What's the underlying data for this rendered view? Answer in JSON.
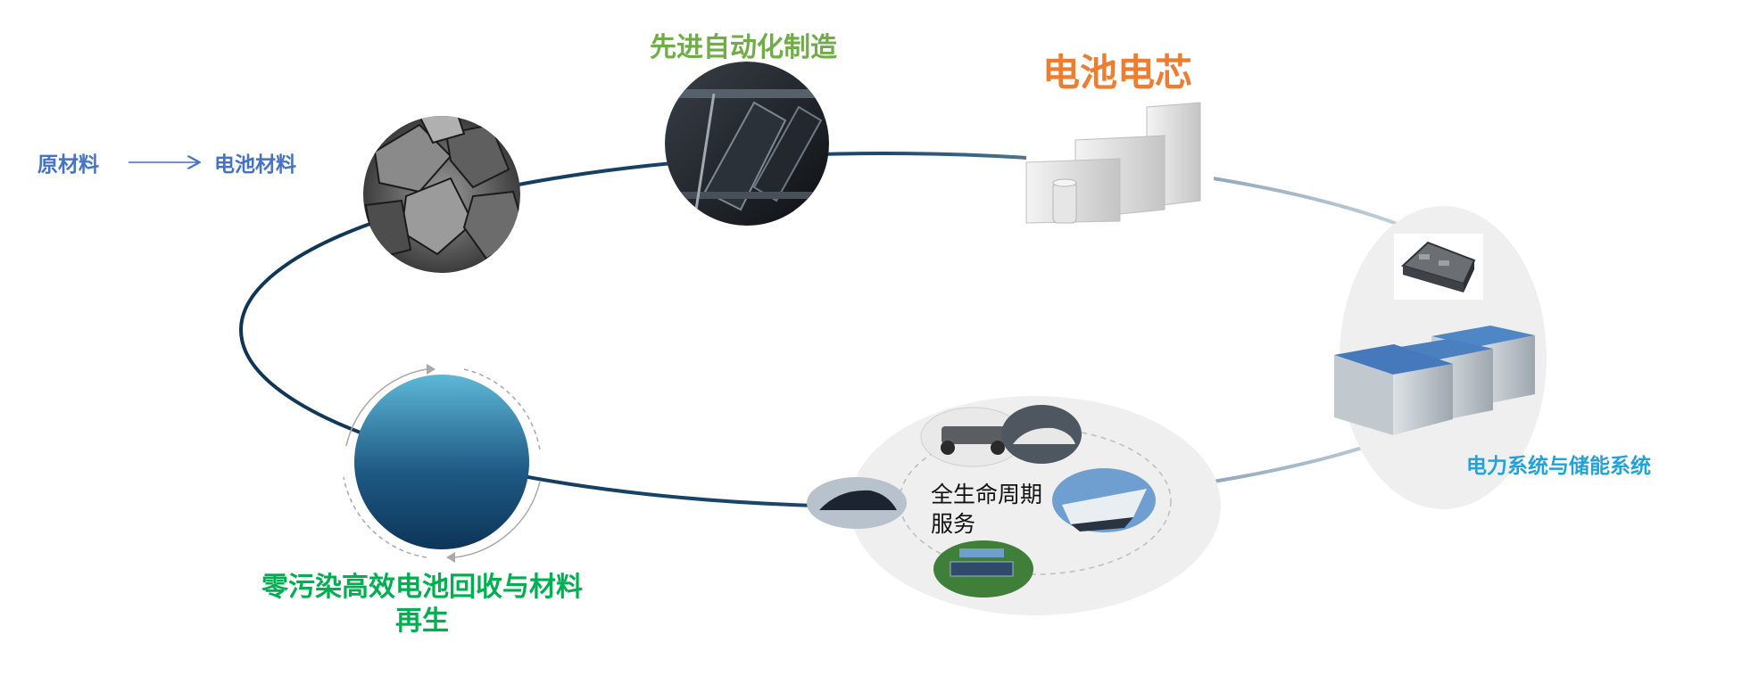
{
  "labels": {
    "raw_material": "原材料",
    "battery_material": "电池材料",
    "advanced_manufacturing": "先进自动化制造",
    "battery_cell": "电池电芯",
    "power_storage_system": "电力系统与储能系统",
    "lifecycle_service": "全生命周期服务",
    "recycling": "零污染高效电池回收与材料再生"
  },
  "colors": {
    "raw_material": "#4472c4",
    "battery_material": "#4472c4",
    "advanced_manufacturing": "#70ad47",
    "battery_cell": "#ed7d31",
    "power_storage_system": "#1fa3dc",
    "recycling": "#00b050",
    "cycle_line_dark": "#0e3556",
    "cycle_line_light": "#c9d6e0"
  },
  "icons": [
    "arrow-right-icon",
    "sem-particles-image",
    "manufacturing-line-image",
    "battery-cells-image",
    "battery-pack-image",
    "storage-containers-image",
    "chassis-image",
    "car-image",
    "ship-image",
    "sports-car-image",
    "solar-farm-image",
    "recycling-sphere"
  ]
}
